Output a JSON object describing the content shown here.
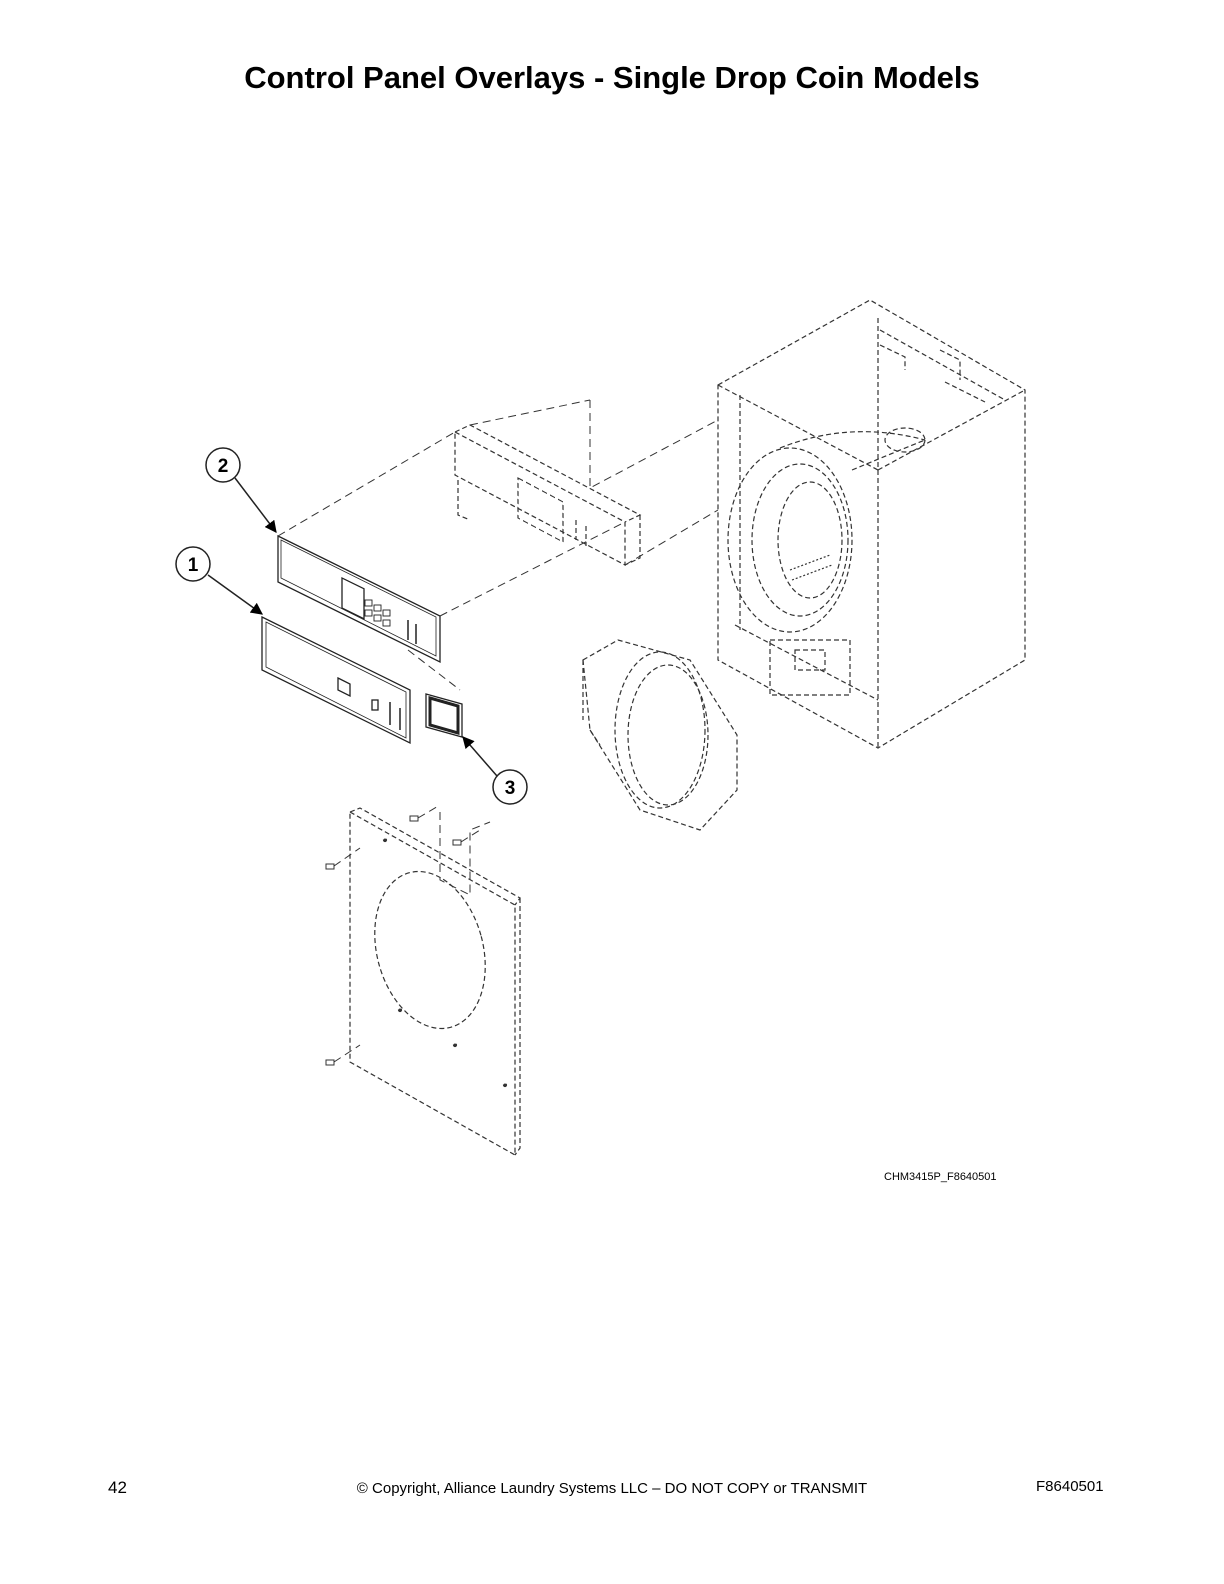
{
  "page": {
    "title": "Control Panel Overlays - Single Drop Coin Models",
    "figure_id": "CHM3415P_F8640501",
    "page_number": "42",
    "copyright": "© Copyright, Alliance Laundry Systems LLC – DO NOT COPY or TRANSMIT",
    "document_code": "F8640501"
  },
  "callouts": [
    {
      "label": "1"
    },
    {
      "label": "2"
    },
    {
      "label": "3"
    }
  ]
}
